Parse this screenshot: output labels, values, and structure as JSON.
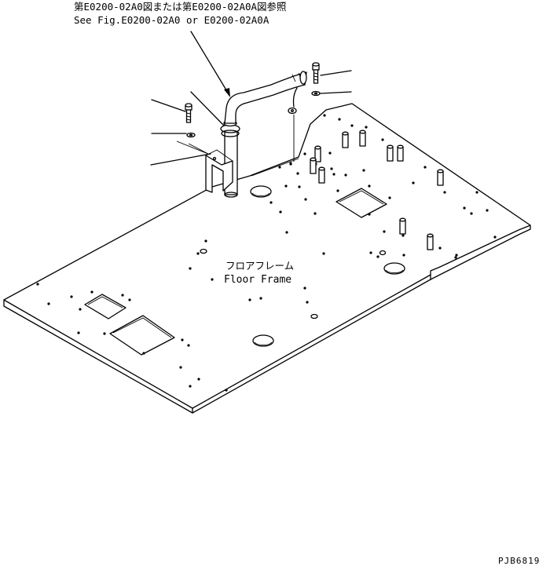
{
  "reference_note": {
    "line_ja": "第E0200-02A0図または第E0200-02A0A図参照",
    "line_en": "See Fig.E0200-02A0 or E0200-02A0A"
  },
  "part_label": {
    "ja": "フロアフレーム",
    "en": "Floor Frame"
  },
  "drawing_code": "PJB6819"
}
